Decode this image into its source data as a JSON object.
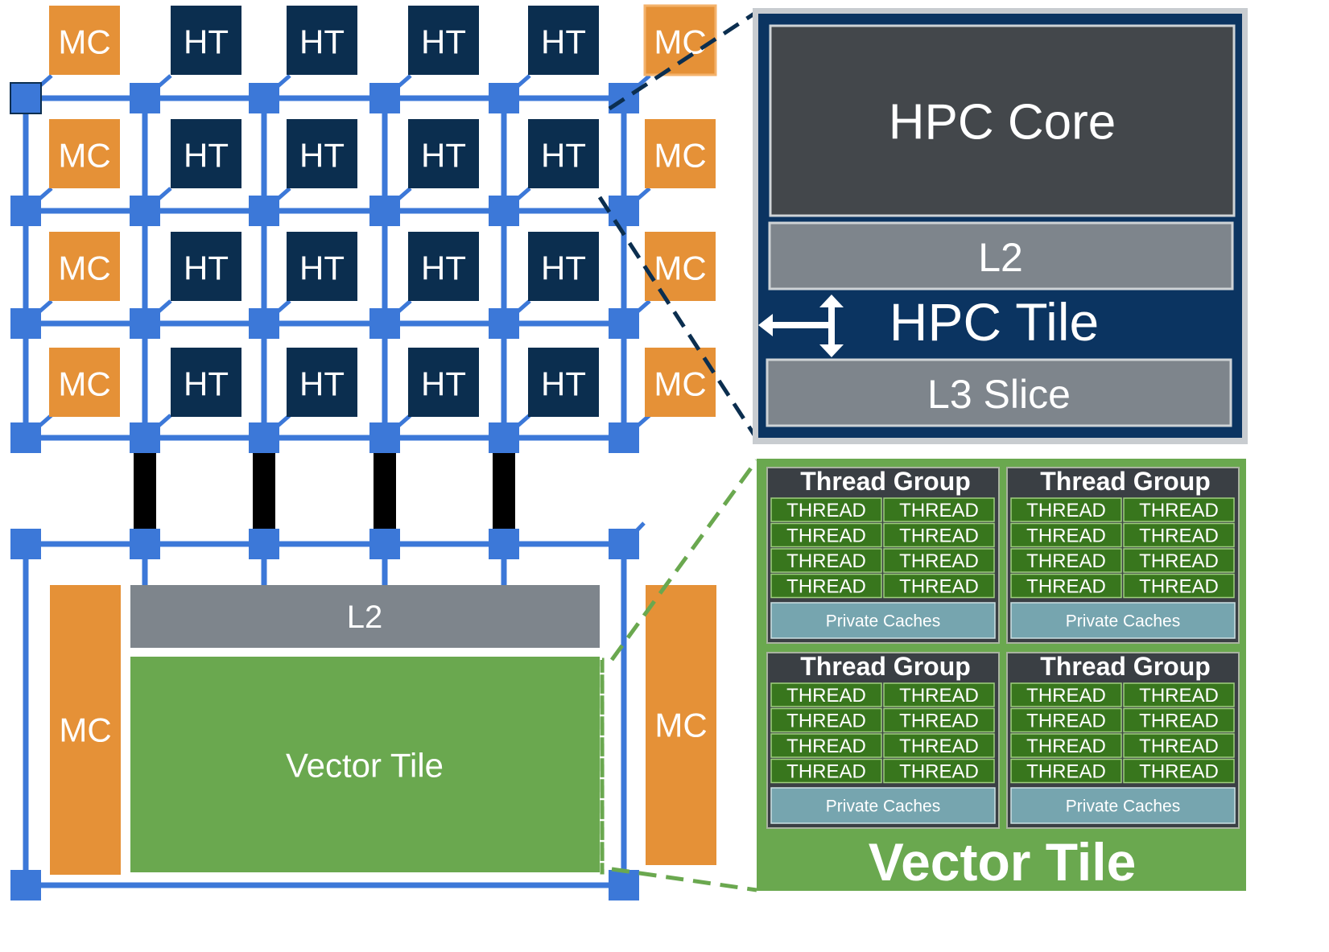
{
  "colors": {
    "mc": "#E59137",
    "ht": "#0B2E4F",
    "mesh": "#3C78D8",
    "link": "#000000",
    "l2_gray": "#7E858C",
    "vector_green": "#6AA84F",
    "thread_green": "#38761D",
    "tg_dark": "#3A3F44",
    "private_cache": "#76A5AF",
    "hpc_tile_bg": "#0B3461",
    "hpc_core": "#43474B",
    "callout_dash_blue": "#0B2E4F",
    "callout_dash_green": "#6AA84F"
  },
  "mesh_labels": {
    "mc": "MC",
    "ht": "HT",
    "l2": "L2",
    "vector_tile": "Vector Tile"
  },
  "hpc_tile": {
    "core": "HPC Core",
    "l2": "L2",
    "title": "HPC Tile",
    "l3": "L3 Slice"
  },
  "vector_tile_detail": {
    "title": "Vector Tile",
    "groups": [
      {
        "title": "Thread Group",
        "threads": [
          "THREAD",
          "THREAD",
          "THREAD",
          "THREAD",
          "THREAD",
          "THREAD",
          "THREAD",
          "THREAD"
        ],
        "caches": "Private Caches"
      },
      {
        "title": "Thread Group",
        "threads": [
          "THREAD",
          "THREAD",
          "THREAD",
          "THREAD",
          "THREAD",
          "THREAD",
          "THREAD",
          "THREAD"
        ],
        "caches": "Private Caches"
      },
      {
        "title": "Thread Group",
        "threads": [
          "THREAD",
          "THREAD",
          "THREAD",
          "THREAD",
          "THREAD",
          "THREAD",
          "THREAD",
          "THREAD"
        ],
        "caches": "Private Caches"
      },
      {
        "title": "Thread Group",
        "threads": [
          "THREAD",
          "THREAD",
          "THREAD",
          "THREAD",
          "THREAD",
          "THREAD",
          "THREAD",
          "THREAD"
        ],
        "caches": "Private Caches"
      }
    ]
  }
}
